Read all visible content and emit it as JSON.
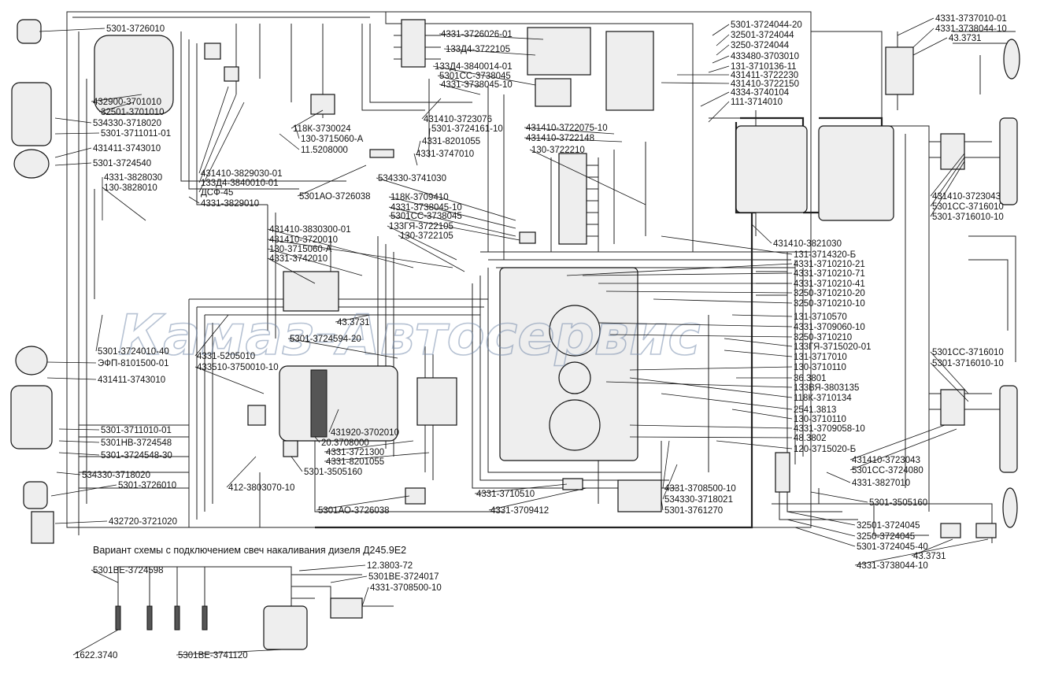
{
  "watermark": "Камаз-Автосервис",
  "variant_caption": "Вариант схемы   с подключением свеч накаливания дизеля Д245.9Е2",
  "labels": [
    "5301-3726010",
    "4331-3726026-01",
    "133Д4-3722105",
    "133Д4-3840014-01",
    "5301СС-3738045",
    "4331-3738045-10",
    "5301-3724044-20",
    "32501-3724044",
    "3250-3724044",
    "433480-3703010",
    "131-3710136-11",
    "431411-3722230",
    "431410-3722150",
    "4334-3740104",
    "111-3714010",
    "4331-3737010-01",
    "4331-3738044-10",
    "43.3731",
    "432900-3701010",
    "32501-3701010",
    "534330-3718020",
    "5301-3711011-01",
    "431411-3743010",
    "5301-3724540",
    "4331-3828030",
    "130-3828010",
    "118К-3730024",
    "130-3715060-А",
    "11.5208000",
    "431410-3829030-01",
    "133Д4-3840010-01",
    "ДСФ-45",
    "4331-3829010",
    "5301АО-3726038",
    "431410-3723076",
    "5301-3724161-10",
    "4331-8201055",
    "4331-3747010",
    "431410-3722075-10",
    "431410-3722148",
    "130-3722210",
    "534330-3741030",
    "118К-3709410",
    "4331-3738045-10",
    "5301СС-3738045",
    "133ГЯ-3722105",
    "130-3722105",
    "431410-3830300-01",
    "431410-3720010",
    "130-3715060-А",
    "4331-3742010",
    "431410-3723043",
    "5301СС-3716010",
    "5301-3716010-10",
    "431410-3821030",
    "131-3714320-Б",
    "4331-3710210-21",
    "4331-3710210-71",
    "4331-3710210-41",
    "3250-3710210-20",
    "3250-3710210-10",
    "131-3710570",
    "4331-3709060-10",
    "3250-3710210",
    "133ГЯ-3715020-01",
    "131-3717010",
    "130-3710110",
    "36.3801",
    "133ВЯ-3803135",
    "118К-3710134",
    "2541.3813",
    "130-3710110",
    "4331-3709058-10",
    "48.3802",
    "120-3715020-Б",
    "43.3731",
    "5301-3724594-20",
    "5301-3724010-40",
    "ЭФП-8101500-01",
    "431411-3743010",
    "4331-5205010",
    "433510-3750010-10",
    "431920-3702010",
    "20.3708000",
    "4331-3721300",
    "4331-8201055",
    "5301-3505160",
    "412-3803070-10",
    "5301-3711010-01",
    "5301НВ-3724548",
    "5301-3724548-30",
    "534330-3718020",
    "5301-3726010",
    "432720-3721020",
    "5301АО-3726038",
    "4331-3710510",
    "4331-3709412",
    "4331-3708500-10",
    "534330-3718021",
    "5301-3761270",
    "5301СС-3716010",
    "5301-3716010-10",
    "431410-3723043",
    "5301СС-3724080",
    "4331-3827010",
    "5301-3505160",
    "32501-3724045",
    "3250-3724045",
    "5301-3724045-40",
    "43.3731",
    "4331-3738044-10",
    "5301ВЕ-3724598",
    "12.3803-72",
    "5301ВЕ-3724017",
    "4331-3708500-10",
    "1622.3740",
    "5301ВЕ-3741120"
  ]
}
